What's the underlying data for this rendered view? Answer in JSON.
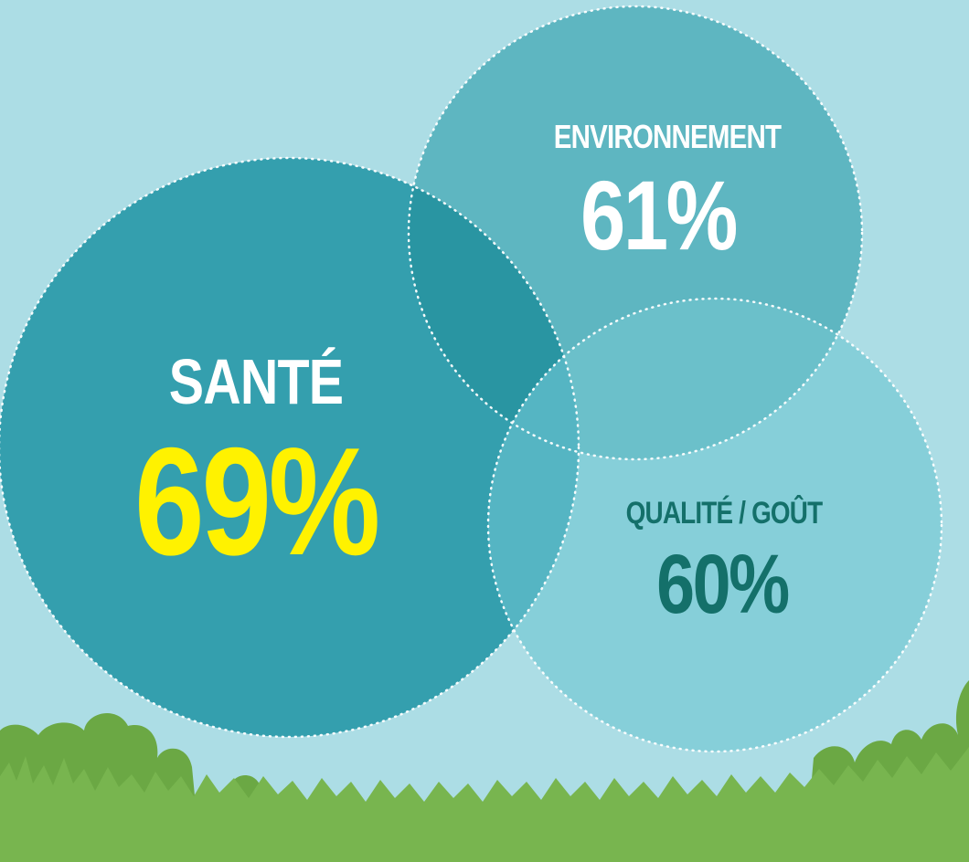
{
  "diagram": {
    "colors": {
      "sky": "#acdde5",
      "sante_circle": "#349fae",
      "environnement_circle": "#5eb6c1",
      "qualite_circle": "#86cfd9",
      "sante_env_overlap": "#2995a2",
      "sante_qualite_overlap": "#55b5c3",
      "env_qualite_overlap": "#6bc0ca",
      "grass": "#78b54f",
      "bushes": "#6ba844"
    },
    "circles": [
      {
        "id": "sante",
        "title": "SANTÉ",
        "value": "69%",
        "title_color": "#ffffff",
        "value_color": "#fff200"
      },
      {
        "id": "environnement",
        "title": "ENVIRONNEMENT",
        "value": "61%",
        "title_color": "#ffffff",
        "value_color": "#ffffff"
      },
      {
        "id": "qualite",
        "title": "QUALITÉ / GOÛT",
        "value": "60%",
        "title_color": "#14706a",
        "value_color": "#14706a"
      }
    ]
  }
}
